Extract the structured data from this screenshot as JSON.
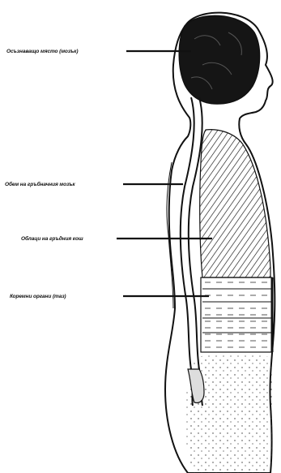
{
  "diagram": {
    "labels": [
      {
        "id": "brain",
        "text": "Осъзнаващо място (мозък)"
      },
      {
        "id": "spine",
        "text": "Обем на гръбначния мозък"
      },
      {
        "id": "chest",
        "text": "Облаци на гръдния кош"
      },
      {
        "id": "abdomen",
        "text": "Коремни органи (таз)"
      }
    ],
    "colors": {
      "ink": "#111111",
      "paper": "#ffffff"
    }
  }
}
